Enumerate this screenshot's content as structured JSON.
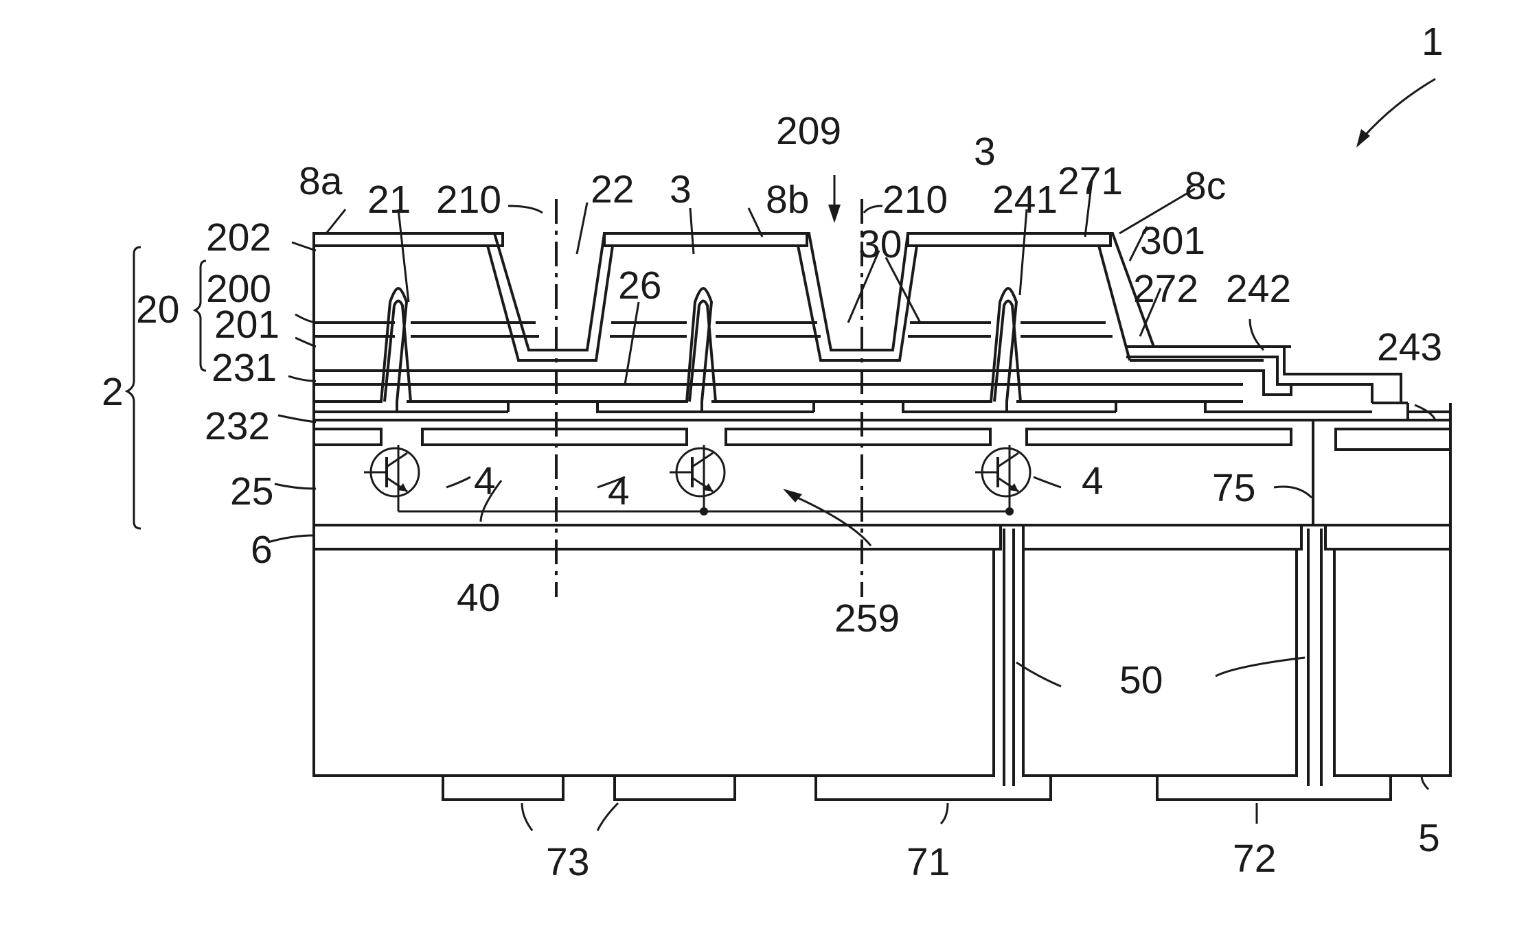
{
  "figure": {
    "labels": {
      "device": "1",
      "body": "2",
      "sub_body": "20",
      "pixel_region": "3",
      "transistor": "4",
      "carrier": "5",
      "bond_layer": "6",
      "region_8a": "8a",
      "region_8b": "8b",
      "region_8c": "8c",
      "mesa": "21",
      "trench": "22",
      "l25": "25",
      "l26": "26",
      "l30": "30",
      "l40": "40",
      "l50": "50",
      "l71": "71",
      "l72": "72",
      "l73": "73",
      "l75": "75",
      "l200": "200",
      "l201": "201",
      "l202": "202",
      "l209": "209",
      "l210": "210",
      "l231": "231",
      "l232": "232",
      "l241": "241",
      "l242": "242",
      "l243": "243",
      "l259": "259",
      "l271": "271",
      "l272": "272",
      "l301": "301"
    }
  }
}
